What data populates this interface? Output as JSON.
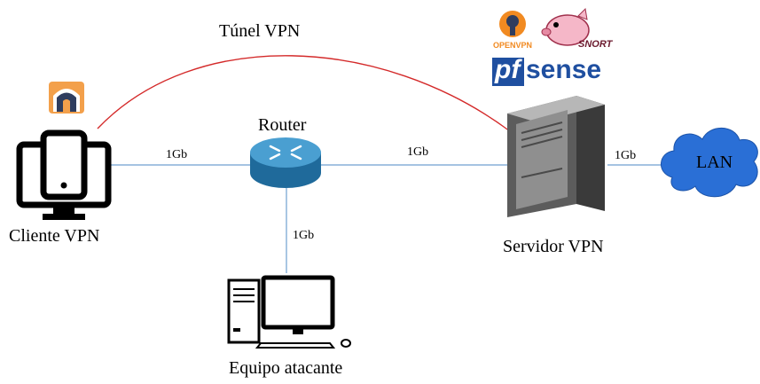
{
  "labels": {
    "tunnel": "Túnel VPN",
    "router": "Router",
    "client": "Cliente VPN",
    "server": "Servidor VPN",
    "attacker": "Equipo atacante",
    "lan": "LAN"
  },
  "links": {
    "client_router": "1Gb",
    "router_server": "1Gb",
    "server_lan": "1Gb",
    "router_attacker": "1Gb"
  },
  "logos": {
    "openvpn": "OPENVPN",
    "snort": "SNORT",
    "pfsense_pf": "pf",
    "pfsense_sense": "sense"
  },
  "colors": {
    "tunnel_line": "#d42a2a",
    "link_line": "#6f9fd0",
    "router_blue": "#2f7fb3",
    "cloud_blue": "#2a6fd6",
    "server_gray": "#8c8c8c",
    "openvpn_orange": "#f18a21",
    "pfsense_blue": "#1f4fa0"
  }
}
